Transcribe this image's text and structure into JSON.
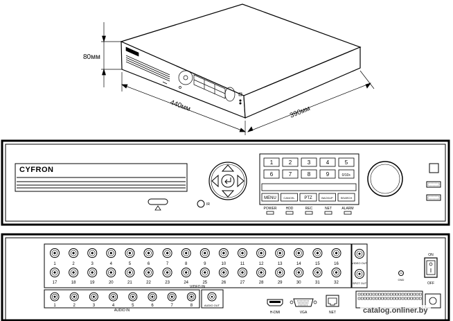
{
  "brand": "CYFRON",
  "dimensions": {
    "height": "80мм",
    "width": "440мм",
    "depth": "390мм"
  },
  "front": {
    "keypad": [
      "1",
      "2",
      "3",
      "4",
      "5",
      "6",
      "7",
      "8",
      "9",
      "0/10+"
    ],
    "function_keys": [
      "MENU",
      "CANCEL",
      "PTZ",
      "BACKUP",
      "SEARCH"
    ],
    "leds": [
      "POWER",
      "HDD",
      "REC",
      "NET",
      "ALARM"
    ],
    "ir_label": "IR"
  },
  "rear": {
    "video_in_top": [
      "1",
      "2",
      "3",
      "4",
      "5",
      "6",
      "7",
      "8",
      "9",
      "10",
      "11",
      "12",
      "13",
      "14",
      "15",
      "16"
    ],
    "video_in_bottom": [
      "17",
      "18",
      "19",
      "20",
      "21",
      "22",
      "23",
      "24",
      "25",
      "26",
      "27",
      "28",
      "29",
      "30",
      "31",
      "32"
    ],
    "video_in_label": "VIDEO IN",
    "video_out_label": "VIDEO OUT",
    "spot_out_label": "SPOT OUT",
    "audio_in": [
      "1",
      "2",
      "3",
      "4",
      "5",
      "6",
      "7",
      "8"
    ],
    "audio_in_label": "AUDIO IN",
    "audio_out_label": "AUDIO OUT",
    "hdmi_label": "H-DMI",
    "vga_label": "VGA",
    "net_label": "NET",
    "gnd_label": "GND",
    "on_label": "ON",
    "off_label": "OFF"
  },
  "watermark": "catalog.onliner.by"
}
